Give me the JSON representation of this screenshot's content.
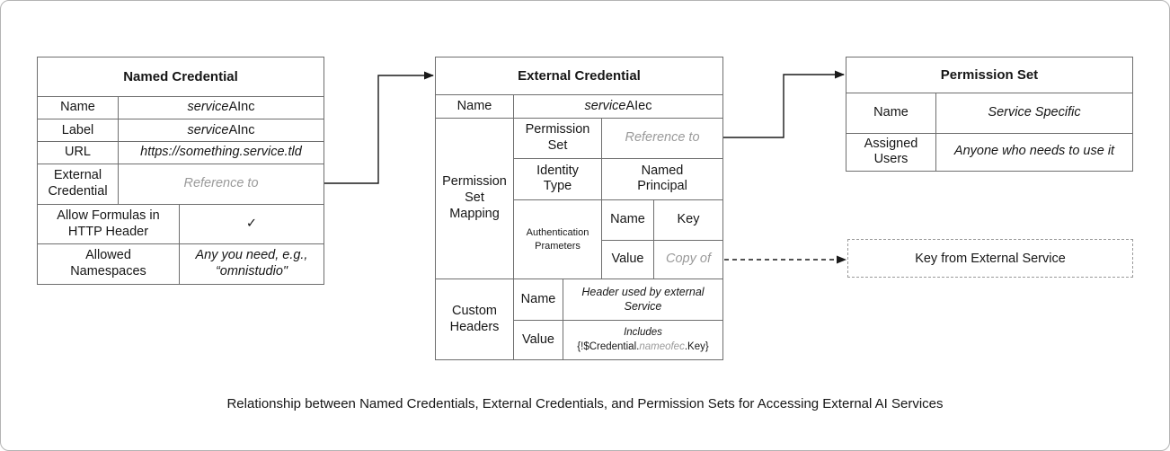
{
  "colors": {
    "muted_text": "#9a9a9a",
    "table_border": "#6e6e6e",
    "arrow": "#1a1a1a"
  },
  "named_credential": {
    "title": "Named Credential",
    "name_label": "Name",
    "name_value_italic": "service",
    "name_value_plain": "AInc",
    "label_label": "Label",
    "label_value_italic": "service",
    "label_value_plain": "AInc",
    "url_label": "URL",
    "url_value": "https://something.service.tld",
    "external_credential_label": "External\nCredential",
    "external_credential_value": "Reference to",
    "allow_formulas_label": "Allow Formulas in\nHTTP Header",
    "allow_formulas_value": "✓",
    "allowed_namespaces_label": "Allowed\nNamespaces",
    "allowed_namespaces_value": "Any you need, e.g.,\n“omnistudio\""
  },
  "external_credential": {
    "title": "External Credential",
    "name_label": "Name",
    "name_value_italic": "service",
    "name_value_plain": "AIec",
    "psm": {
      "label": "Permission\nSet\nMapping",
      "permission_set_label": "Permission\nSet",
      "permission_set_value": "Reference to",
      "identity_type_label": "Identity\nType",
      "identity_type_value": "Named\nPrincipal",
      "auth_params_label": "Authentication\nPrameters",
      "auth_name_label": "Name",
      "auth_name_value": "Key",
      "auth_value_label": "Value",
      "auth_value_value": "Copy of"
    },
    "custom_headers": {
      "label": "Custom\nHeaders",
      "name_label": "Name",
      "name_value": "Header used by external\nService",
      "value_label": "Value",
      "value_line1": "Includes",
      "expr_prefix": "{!$Credential.",
      "expr_ec_name": "nameofec",
      "expr_suffix": ".Key}"
    }
  },
  "permission_set": {
    "title": "Permission Set",
    "name_label": "Name",
    "name_value": "Service Specific",
    "assigned_users_label": "Assigned\nUsers",
    "assigned_users_value": "Anyone who needs to use it"
  },
  "key_box": {
    "text": "Key from External Service"
  },
  "caption": "Relationship between Named Credentials, External Credentials, and Permission Sets for Accessing External AI Services"
}
